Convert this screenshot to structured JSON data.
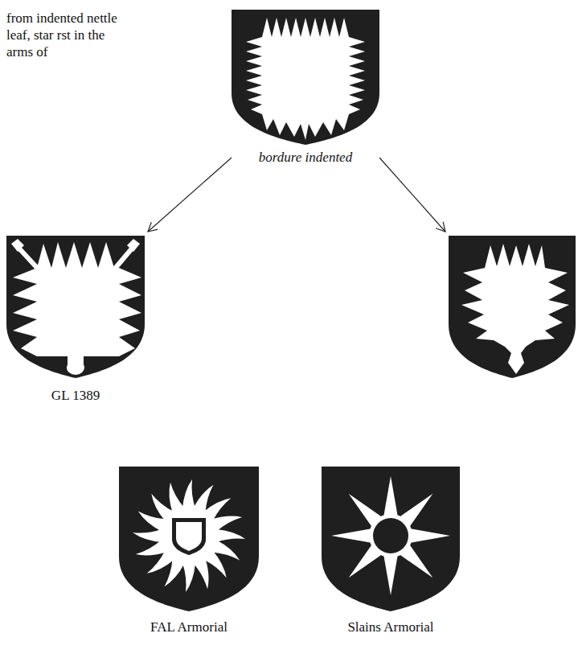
{
  "diagram": {
    "nodes": [
      {
        "text": [
          "bordure indented"
        ]
      },
      {
        "text": [
          "GL 1389"
        ]
      },
      {
        "text": []
      },
      {
        "text": [
          "FAL Armorial"
        ]
      },
      {
        "text": [
          "Slains Armorial"
        ]
      }
    ],
    "edges": [
      {
        "from": 0,
        "to": 1,
        "arrow": "to"
      },
      {
        "from": 0,
        "to": 2,
        "arrow": "to"
      }
    ],
    "labels": [
      "from indented nettle leaf, star rst in the arms of"
    ]
  }
}
